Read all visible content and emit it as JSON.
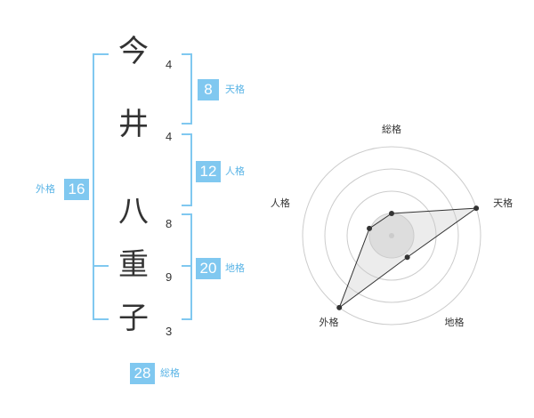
{
  "name": {
    "characters": [
      {
        "char": "今",
        "strokes": "4"
      },
      {
        "char": "井",
        "strokes": "4"
      },
      {
        "char": "八",
        "strokes": "8"
      },
      {
        "char": "重",
        "strokes": "9"
      },
      {
        "char": "子",
        "strokes": "3"
      }
    ]
  },
  "scores": {
    "tenkaku": {
      "value": "8",
      "label": "天格"
    },
    "jinkaku": {
      "value": "12",
      "label": "人格"
    },
    "chikaku": {
      "value": "20",
      "label": "地格"
    },
    "gaikaku": {
      "value": "16",
      "label": "外格"
    },
    "soukaku": {
      "value": "28",
      "label": "総格"
    }
  },
  "colors": {
    "accent": "#80c8f0",
    "accent_text": "#5ab4e6",
    "text": "#333333",
    "ring": "#cccccc",
    "fill": "#e8e8e8"
  },
  "chart_data": {
    "type": "radar",
    "axes": [
      "総格",
      "天格",
      "地格",
      "外格",
      "人格"
    ],
    "values": [
      1,
      4,
      1.2,
      4,
      1.05
    ],
    "rmax": 4,
    "rings": 4
  }
}
